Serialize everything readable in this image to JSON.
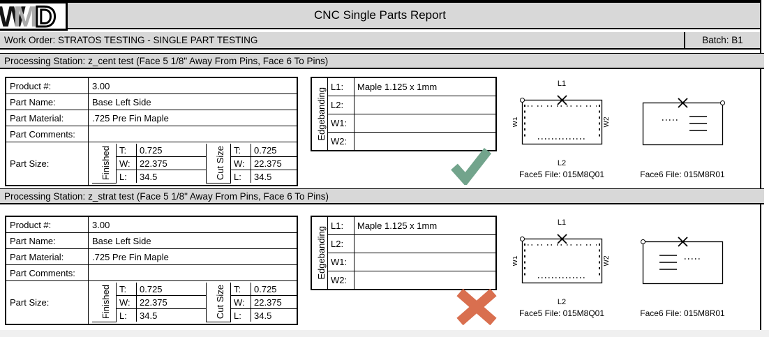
{
  "colors": {
    "header_bg": "#d8d8d8",
    "check_green": "#72a48c",
    "x_red": "#d96f4f",
    "page_edge": "#f0f0f0"
  },
  "header": {
    "logo": "WMD",
    "title": "CNC Single Parts Report",
    "work_order": "Work Order: STRATOS TESTING - SINGLE PART TESTING",
    "batch": "Batch: B1"
  },
  "labels": {
    "product": "Product #:",
    "part_name": "Part Name:",
    "part_material": "Part Material:",
    "part_comments": "Part Comments:",
    "part_size": "Part Size:",
    "finished": "Finished",
    "cut_size": "Cut Size",
    "t": "T:",
    "w": "W:",
    "l": "L:",
    "edgebanding": "Edgebanding",
    "l1": "L1:",
    "l2": "L2:",
    "w1": "W1:",
    "w2": "W2:"
  },
  "sections": [
    {
      "station": "Processing Station: z_cent test (Face 5 1/8\" Away From Pins, Face 6 To Pins)",
      "status": "pass",
      "product": "3.00",
      "part_name": "Base Left Side",
      "part_material": ".725 Pre Fin Maple",
      "part_comments": "",
      "finished": {
        "t": "0.725",
        "w": "22.375",
        "l": "34.5"
      },
      "cut": {
        "t": "0.725",
        "w": "22.375",
        "l": "34.5"
      },
      "edgebanding": {
        "l1": "Maple 1.125 x 1mm",
        "l2": "",
        "w1": "",
        "w2": ""
      },
      "face5": {
        "label_l1": "L1",
        "label_l2": "L2",
        "label_w1": "W1",
        "label_w2": "W2",
        "file": "Face5 File: 015M8Q01"
      },
      "face6": {
        "file": "Face6 File: 015M8R01"
      }
    },
    {
      "station": "Processing Station: z_strat test (Face 5 1/8\" Away From Pins, Face 6 To Pins)",
      "status": "fail",
      "product": "3.00",
      "part_name": "Base Left Side",
      "part_material": ".725 Pre Fin Maple",
      "part_comments": "",
      "finished": {
        "t": "0.725",
        "w": "22.375",
        "l": "34.5"
      },
      "cut": {
        "t": "0.725",
        "w": "22.375",
        "l": "34.5"
      },
      "edgebanding": {
        "l1": "Maple 1.125 x 1mm",
        "l2": "",
        "w1": "",
        "w2": ""
      },
      "face5": {
        "label_l1": "L1",
        "label_l2": "L2",
        "label_w1": "W1",
        "label_w2": "W2",
        "file": "Face5 File: 015M8Q01"
      },
      "face6": {
        "file": "Face6 File: 015M8R01"
      }
    }
  ]
}
